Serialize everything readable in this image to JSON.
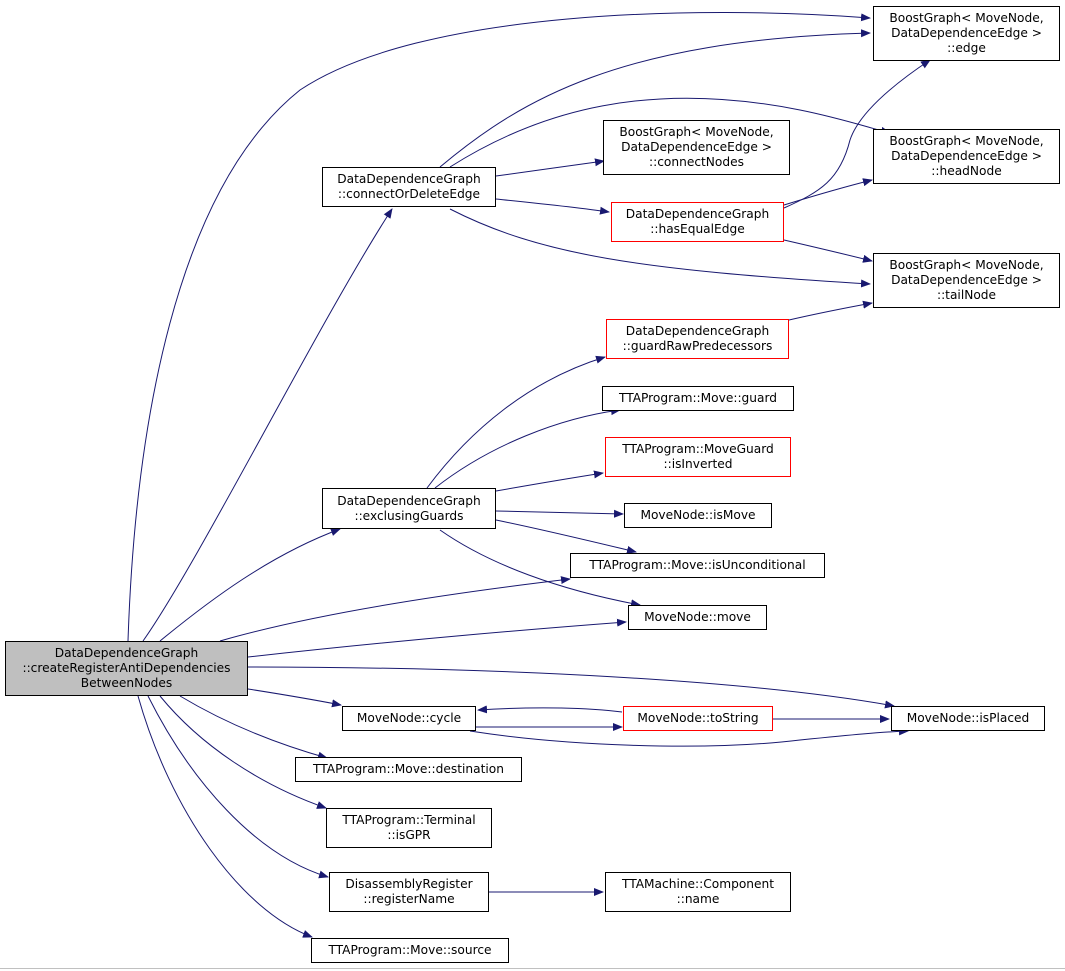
{
  "diagram": {
    "edge_color": "#191970",
    "root_fill": "#bfbfbf",
    "highlight_border": "#ff0000",
    "nodes": {
      "root": "DataDependenceGraph\n::createRegisterAntiDependencies\nBetweenNodes",
      "connect_or_delete_edge": "DataDependenceGraph\n::connectOrDeleteEdge",
      "exclusing_guards": "DataDependenceGraph\n::exclusingGuards",
      "boost_edge": "BoostGraph< MoveNode,\nDataDependenceEdge >\n::edge",
      "boost_connect_nodes": "BoostGraph< MoveNode,\nDataDependenceEdge >\n::connectNodes",
      "boost_head_node": "BoostGraph< MoveNode,\nDataDependenceEdge >\n::headNode",
      "has_equal_edge": "DataDependenceGraph\n::hasEqualEdge",
      "boost_tail_node": "BoostGraph< MoveNode,\nDataDependenceEdge >\n::tailNode",
      "guard_raw_predecessors": "DataDependenceGraph\n::guardRawPredecessors",
      "move_guard": "TTAProgram::Move::guard",
      "move_guard_is_inverted": "TTAProgram::MoveGuard\n::isInverted",
      "movenode_is_move": "MoveNode::isMove",
      "move_is_unconditional": "TTAProgram::Move::isUnconditional",
      "movenode_move": "MoveNode::move",
      "movenode_cycle": "MoveNode::cycle",
      "movenode_to_string": "MoveNode::toString",
      "movenode_is_placed": "MoveNode::isPlaced",
      "move_destination": "TTAProgram::Move::destination",
      "terminal_is_gpr": "TTAProgram::Terminal\n::isGPR",
      "disassembly_register_name": "DisassemblyRegister\n::registerName",
      "component_name": "TTAMachine::Component\n::name",
      "move_source": "TTAProgram::Move::source"
    }
  }
}
